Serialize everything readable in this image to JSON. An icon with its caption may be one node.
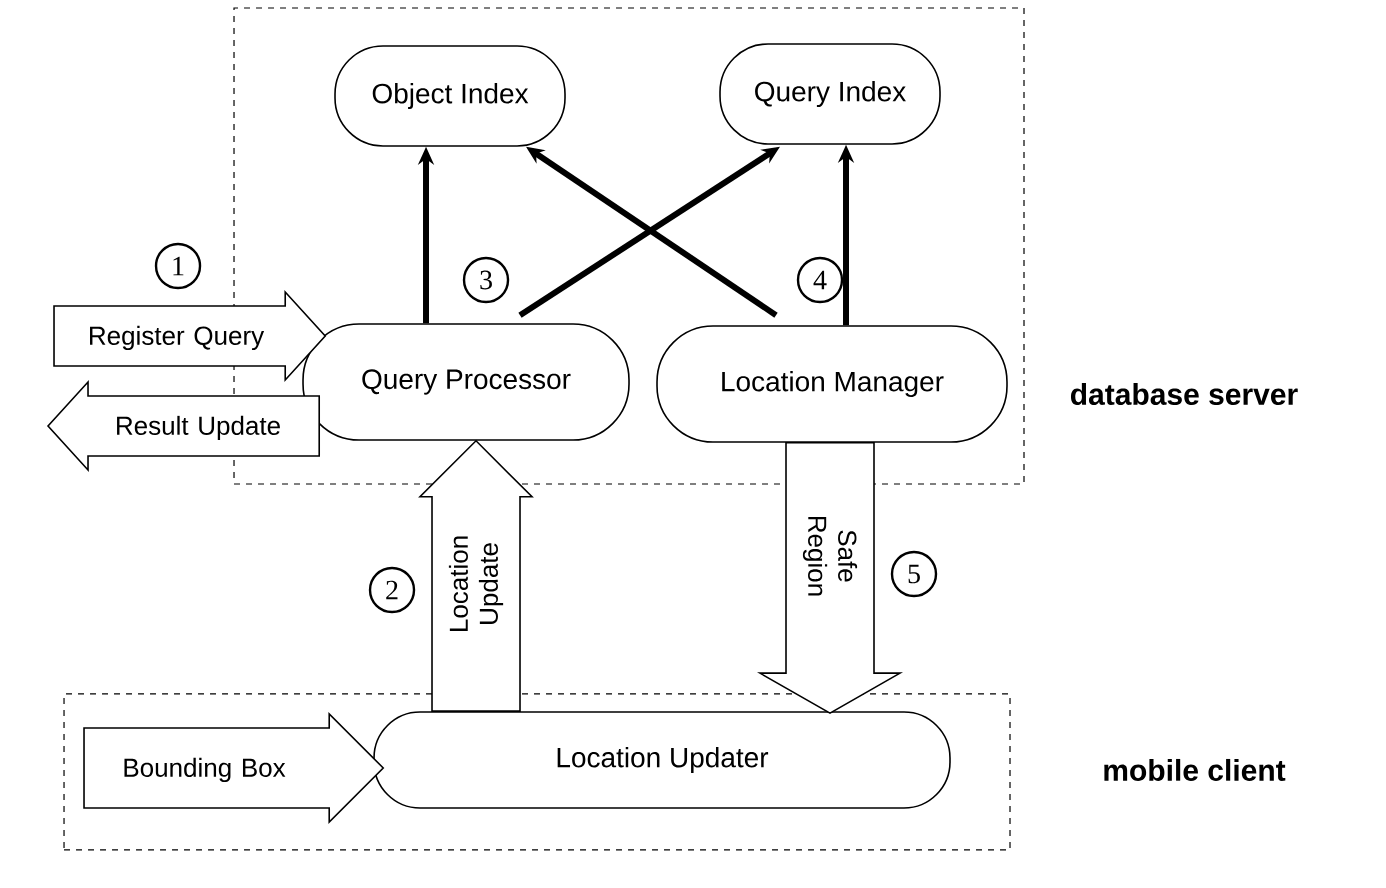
{
  "diagram": {
    "nodes": [
      {
        "text": [
          "database server"
        ]
      },
      {
        "text": [
          "Object Index"
        ],
        "in": 0
      },
      {
        "text": [
          "Query Index"
        ],
        "in": 0
      },
      {
        "text": [
          "Query Processor"
        ],
        "in": 0
      },
      {
        "text": [
          "Location Manager"
        ],
        "in": 0
      },
      {
        "text": [
          "mobile client"
        ]
      },
      {
        "text": [
          "Location Updater"
        ],
        "in": 5
      }
    ],
    "edges": [
      {
        "from": 3,
        "to": 1,
        "arrow": "to"
      },
      {
        "from": 3,
        "to": 2,
        "arrow": "to"
      },
      {
        "from": 4,
        "to": 1,
        "arrow": "to"
      },
      {
        "from": 4,
        "to": 2,
        "arrow": "to"
      },
      {
        "from": null,
        "to": 3,
        "arrow": "to",
        "label": "Register Query"
      },
      {
        "from": 3,
        "to": null,
        "arrow": "to",
        "label": "Result Update"
      },
      {
        "from": 6,
        "to": 3,
        "arrow": "to",
        "label": "Location Update"
      },
      {
        "from": 4,
        "to": 6,
        "arrow": "to",
        "label": "Safe Region"
      },
      {
        "from": null,
        "to": 6,
        "arrow": "to",
        "label": "Bounding Box"
      }
    ],
    "labels": [
      "1",
      "3",
      "4",
      "2",
      "5"
    ]
  }
}
